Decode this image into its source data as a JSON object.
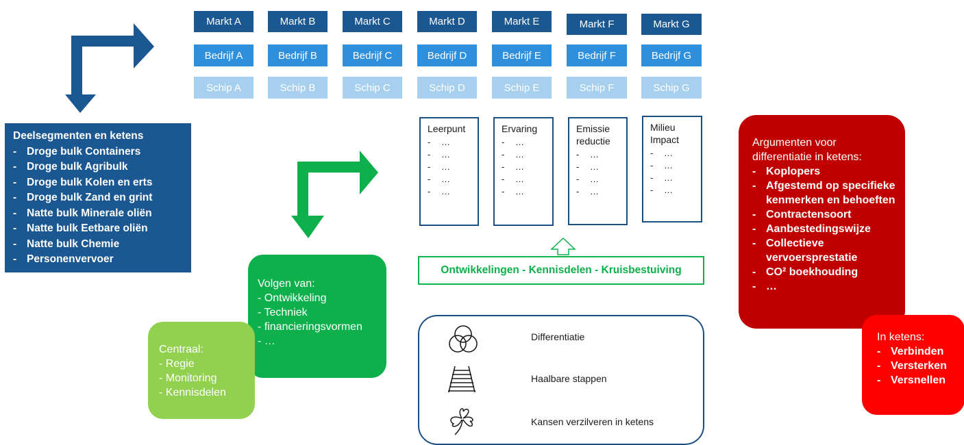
{
  "colors": {
    "dark_blue": "#1b5790",
    "mid_blue": "#2e8fdc",
    "light_blue": "#a7cfee",
    "green": "#0eb04b",
    "light_green": "#92d050",
    "dark_red": "#c00000",
    "red": "#ff0000"
  },
  "markets": [
    "Markt A",
    "Markt B",
    "Markt C",
    "Markt D",
    "Markt E",
    "Markt F",
    "Markt G"
  ],
  "companies": [
    "Bedrijf A",
    "Bedrijf B",
    "Bedrijf C",
    "Bedrijf D",
    "Bedrijf E",
    "Bedrijf F",
    "Bedrijf G"
  ],
  "ships": [
    "Schip A",
    "Schip B",
    "Schip C",
    "Schip D",
    "Schip E",
    "Schip F",
    "Schip G"
  ],
  "segments": {
    "title": "Deelsegmenten en ketens",
    "items": [
      "Droge bulk Containers",
      "Droge bulk Agribulk",
      "Droge bulk Kolen en erts",
      "Droge bulk Zand en grint",
      "Natte bulk Minerale oliën",
      "Natte bulk Eetbare oliën",
      "Natte bulk Chemie",
      "Personenvervoer"
    ]
  },
  "cards": [
    {
      "title": "Leerpunt",
      "items": [
        "…",
        "…",
        "…",
        "…",
        "…"
      ]
    },
    {
      "title": "Ervaring",
      "items": [
        "…",
        "…",
        "…",
        "…",
        "…"
      ]
    },
    {
      "title": "Emissie\nreductie",
      "items": [
        "…",
        "…",
        "…",
        "…"
      ]
    },
    {
      "title": "Milieu\nImpact",
      "items": [
        "…",
        "…",
        "…",
        "…"
      ]
    }
  ],
  "developments": "Ontwikkelingen - Kennisdelen - Kruisbestuiving",
  "volgen": {
    "title": "Volgen van:",
    "items": [
      "- Ontwikkeling",
      "- Techniek",
      "- financieringsvormen",
      "- …"
    ]
  },
  "centraal": {
    "title": "Centraal:",
    "items": [
      "- Regie",
      "- Monitoring",
      "- Kennisdelen"
    ]
  },
  "legend": [
    {
      "icon": "circles-icon",
      "label": "Differentiatie"
    },
    {
      "icon": "railway-track-icon",
      "label": "Haalbare stappen"
    },
    {
      "icon": "clover-icon",
      "label": "Kansen verzilveren in ketens"
    }
  ],
  "argumenten": {
    "title": "Argumenten voor differentiatie in ketens:",
    "items": [
      "Koplopers",
      "Afgestemd op specifieke kenmerken en behoeften",
      "Contractensoort",
      "Aanbestedingswijze",
      "Collectieve vervoersprestatie",
      "CO² boekhouding",
      "…"
    ]
  },
  "ketens": {
    "title": "In ketens:",
    "items": [
      "Verbinden",
      "Versterken",
      "Versnellen"
    ]
  }
}
